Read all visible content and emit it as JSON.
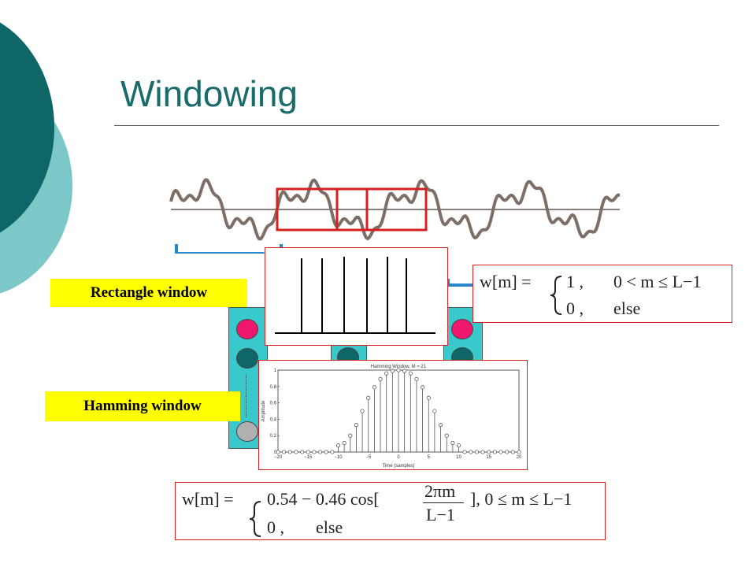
{
  "title": "Windowing",
  "labels": {
    "rect": "Rectangle window",
    "hamming": "Hamming window"
  },
  "rect_formula": {
    "lhs": "w[m] =",
    "case1_val": "1 ,",
    "case1_cond": "0 < m ≤ L−1",
    "case2_val": "0 ,",
    "case2_cond": "else"
  },
  "hamming_formula": {
    "lhs": "w[m] =",
    "main": "0.54 − 0.46 cos[",
    "numerator": "2πm",
    "denominator": "L−1",
    "tail": "], 0 ≤ m ≤ L−1",
    "case2_val": "0 ,",
    "case2_cond": "else"
  },
  "colors": {
    "teal_dark": "#0e6666",
    "teal_light": "#7cc7c7",
    "title": "#1a6b6b",
    "frame_red": "#d62020",
    "label_yellow": "#ffff00",
    "tube_cyan": "#39c9cc",
    "brace_blue": "#2a86c8",
    "dot_magenta": "#f0186c",
    "dot_teal": "#0e6666",
    "dot_gray": "#b0b0b0"
  },
  "chart_data": {
    "type": "scatter",
    "title": "Hamming Window, M = 21",
    "xlabel": "Time (samples)",
    "ylabel": "Amplitude",
    "xlim": [
      -20,
      20
    ],
    "ylim": [
      0,
      1
    ],
    "xticks": [
      "−20",
      "−15",
      "−10",
      "−5",
      "0",
      "5",
      "10",
      "15",
      "20"
    ],
    "yticks": [
      "0",
      "0.2",
      "0.4",
      "0.6",
      "0.8",
      "1"
    ],
    "x": [
      -20,
      -19,
      -18,
      -17,
      -16,
      -15,
      -14,
      -13,
      -12,
      -11,
      -10,
      -9,
      -8,
      -7,
      -6,
      -5,
      -4,
      -3,
      -2,
      -1,
      0,
      1,
      2,
      3,
      4,
      5,
      6,
      7,
      8,
      9,
      10,
      11,
      12,
      13,
      14,
      15,
      16,
      17,
      18,
      19,
      20
    ],
    "y": [
      0,
      0,
      0,
      0,
      0,
      0,
      0,
      0,
      0,
      0,
      0.08,
      0.11,
      0.2,
      0.33,
      0.5,
      0.66,
      0.79,
      0.89,
      0.96,
      0.99,
      1.0,
      0.99,
      0.96,
      0.89,
      0.79,
      0.66,
      0.5,
      0.33,
      0.2,
      0.11,
      0.08,
      0,
      0,
      0,
      0,
      0,
      0,
      0,
      0,
      0,
      0
    ]
  }
}
